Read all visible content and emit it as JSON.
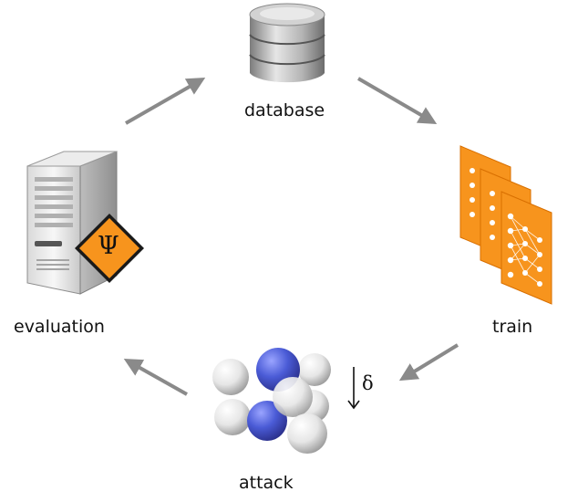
{
  "nodes": {
    "database": {
      "label": "database",
      "icon": "database-icon"
    },
    "train": {
      "label": "train",
      "icon": "neural-network-stack-icon"
    },
    "attack": {
      "label": "attack",
      "icon": "molecule-icon",
      "perturbation_symbol": "δ"
    },
    "evaluation": {
      "label": "evaluation",
      "icon": "server-tower-icon",
      "badge_symbol": "Ψ"
    }
  },
  "colors": {
    "arrow": "#8a8a8a",
    "accent_orange": "#f7941d",
    "atom_blue": "#4a5bd6",
    "atom_white": "#f2f2f2",
    "database_gray": "#9a9a9a"
  },
  "cycle_order": [
    "database",
    "train",
    "attack",
    "evaluation"
  ]
}
